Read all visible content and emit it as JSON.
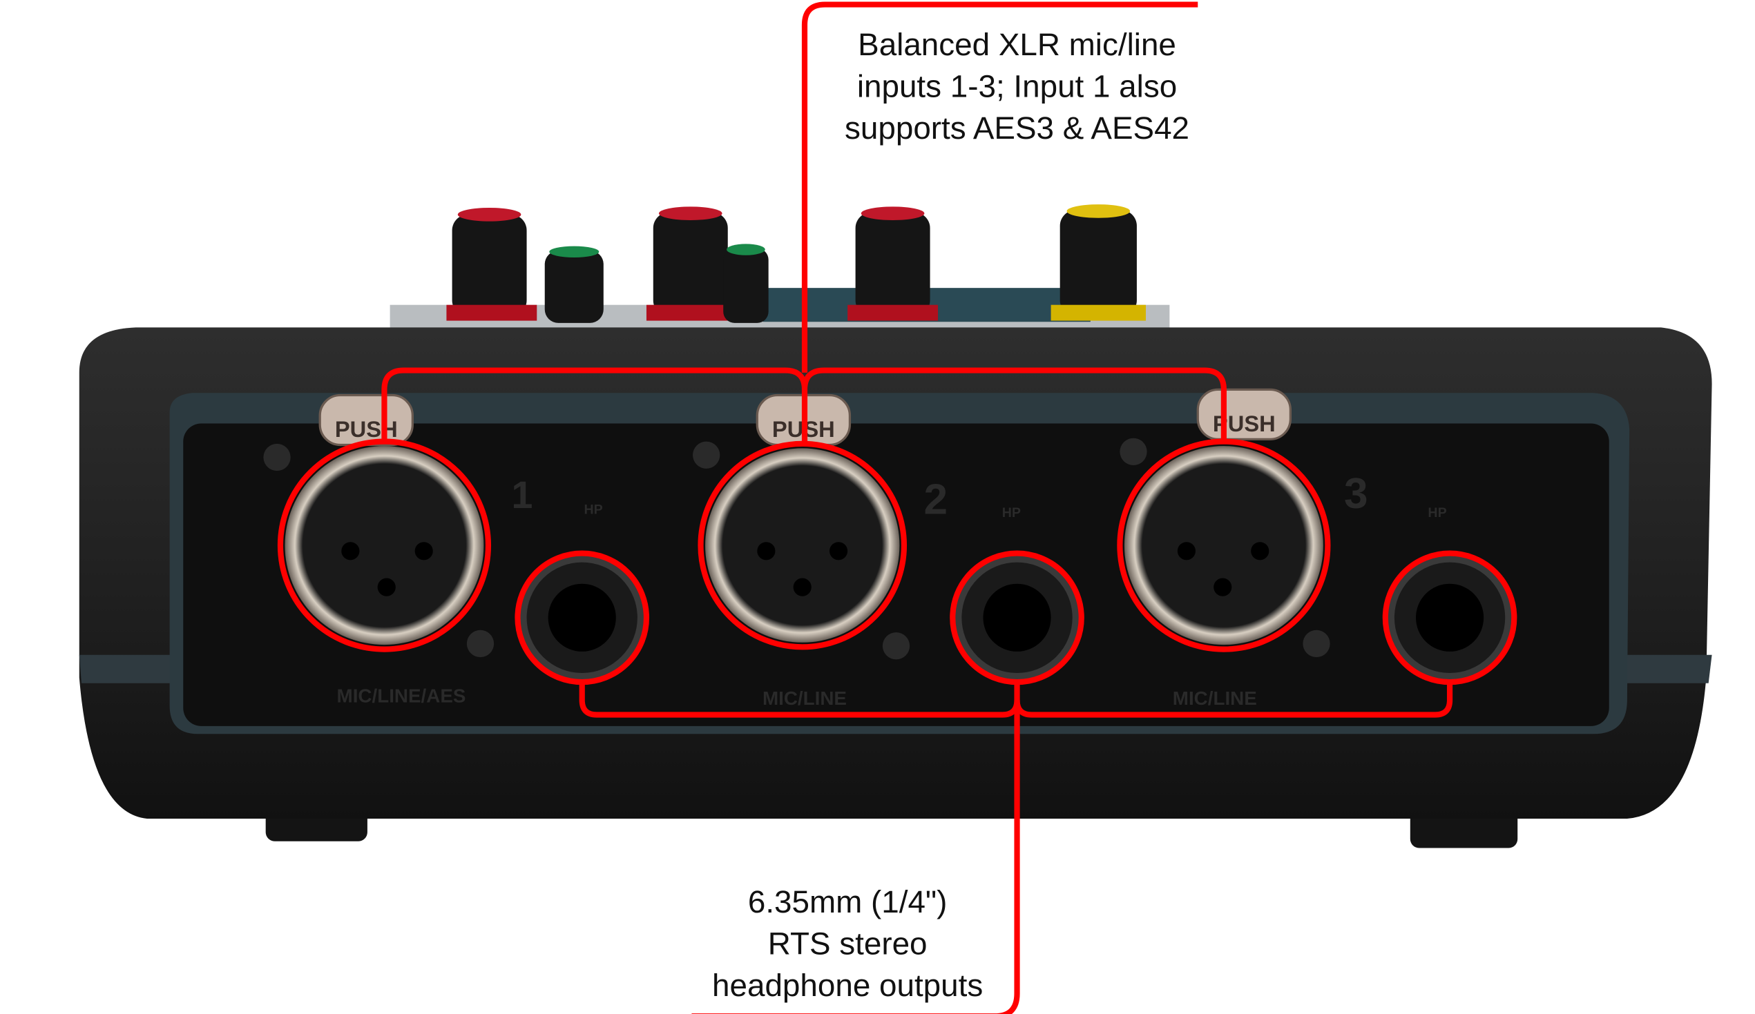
{
  "callouts": {
    "xlr": {
      "lines": [
        "Balanced XLR mic/line",
        "inputs 1-3; Input 1 also",
        "supports AES3 & AES42"
      ]
    },
    "headphone": {
      "lines": [
        "6.35mm (1/4\")",
        "RTS stereo",
        "headphone outputs"
      ]
    }
  },
  "device": {
    "channels": [
      {
        "number": "1",
        "push": "PUSH",
        "hp": "HP",
        "label": "MIC/LINE/AES"
      },
      {
        "number": "2",
        "push": "PUSH",
        "hp": "HP",
        "label": "MIC/LINE"
      },
      {
        "number": "3",
        "push": "PUSH",
        "hp": "HP",
        "label": "MIC/LINE"
      }
    ]
  },
  "colors": {
    "annotation": "#ff0000",
    "body": "#1c1c1c",
    "panel": "#0e0e0e"
  }
}
